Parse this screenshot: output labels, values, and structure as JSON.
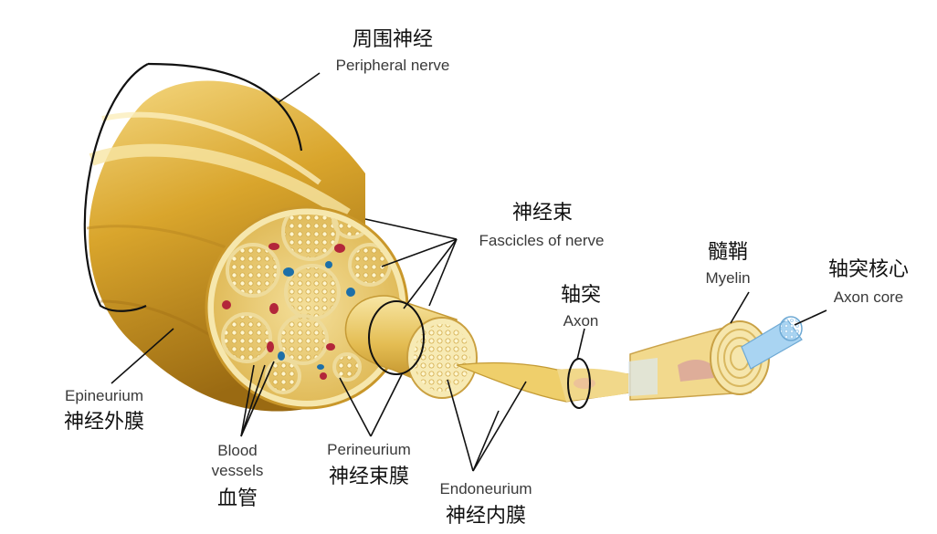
{
  "labels": {
    "peripheral_nerve": {
      "zh": "周围神经",
      "en": "Peripheral nerve"
    },
    "fascicles": {
      "zh": "神经束",
      "en": "Fascicles of nerve"
    },
    "myelin": {
      "zh": "髓鞘",
      "en": "Myelin"
    },
    "axon_core": {
      "zh": "轴突核心",
      "en": "Axon core"
    },
    "axon": {
      "zh": "轴突",
      "en": "Axon"
    },
    "epineurium": {
      "zh": "神经外膜",
      "en": "Epineurium"
    },
    "blood_vessels": {
      "zh": "血管",
      "en_line1": "Blood",
      "en_line2": "vessels"
    },
    "perineurium": {
      "zh": "神经束膜",
      "en": "Perineurium"
    },
    "endoneurium": {
      "zh": "神经内膜",
      "en": "Endoneurium"
    }
  },
  "colors": {
    "nerve_gold": "#d9a52c",
    "nerve_light": "#f1d27a",
    "fascicle_fill": "#f3df8c",
    "vessel_red": "#b3263a",
    "vessel_blue": "#1d6fa8",
    "axon_core_blue": "#a9d4f2"
  }
}
